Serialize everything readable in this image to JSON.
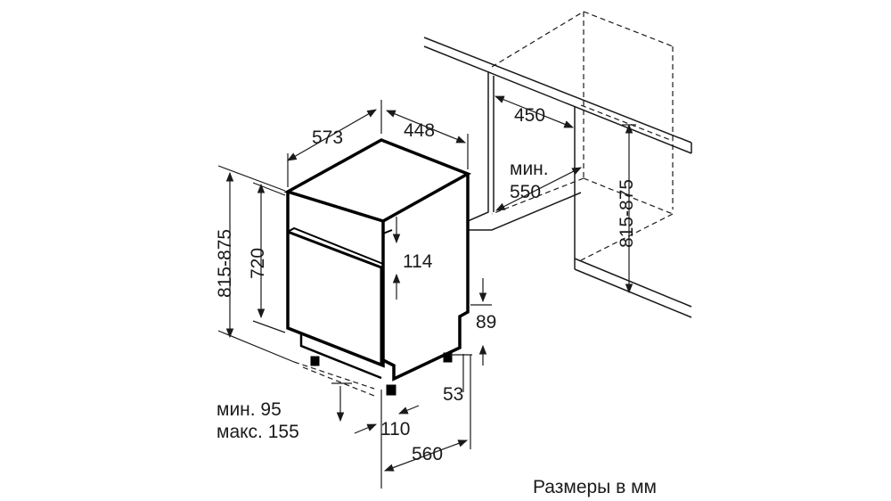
{
  "dimensions": {
    "depth": "573",
    "width": "448",
    "height_range": "815-875",
    "height_body": "720",
    "door_offset": "114",
    "plinth": "89",
    "foot_rear": "53",
    "foot_front_min": "мин. 95",
    "foot_front_max": "макс. 155",
    "foot_offset": "110",
    "base_depth": "560",
    "niche_width": "450",
    "niche_depth_min_label": "мин.",
    "niche_depth_min_value": "550",
    "niche_height_range": "815-875"
  },
  "caption": "Размеры в мм",
  "colors": {
    "line": "#1a1a1a",
    "body": "#000000",
    "background": "#ffffff"
  }
}
